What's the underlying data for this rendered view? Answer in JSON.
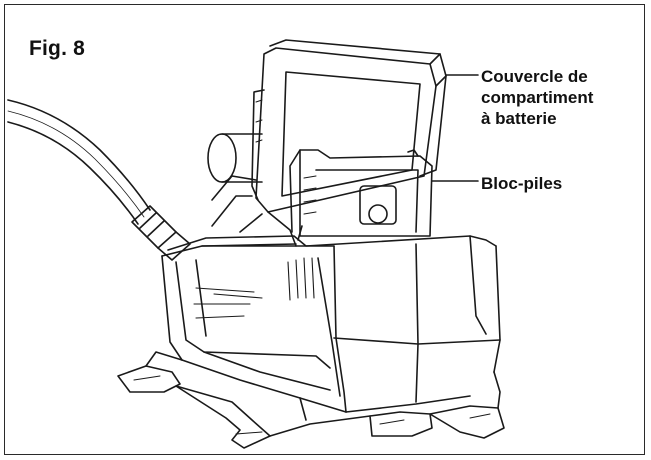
{
  "figure": {
    "label": "Fig. 8"
  },
  "callouts": {
    "cover_line1": "Couvercle de",
    "cover_line2": "compartiment",
    "cover_line3": "à batterie",
    "battery": "Bloc-piles"
  },
  "colors": {
    "line": "#1a1a1a",
    "border": "#2a2a2a",
    "background": "#ffffff"
  }
}
